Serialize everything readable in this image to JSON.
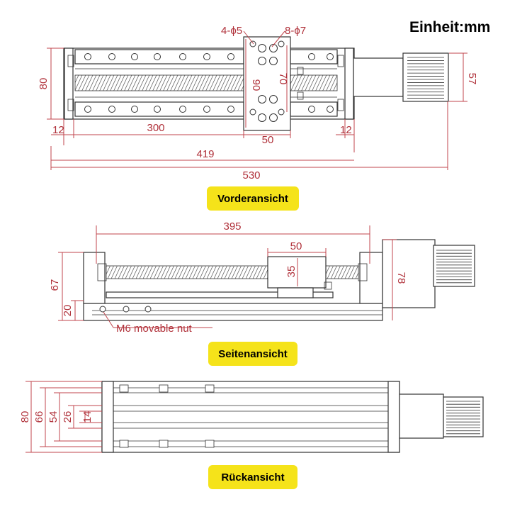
{
  "unit_label": "Einheit:mm",
  "accent_color": "#b0313a",
  "badge_color": "#f5e31a",
  "views": {
    "front": {
      "title": "Vorderansicht",
      "dims": {
        "hole_small": "4-ϕ5",
        "hole_large": "8-ϕ7",
        "height_80": "80",
        "height_90": "90",
        "height_70": "70",
        "motor_57": "57",
        "end_12_left": "12",
        "stroke_300": "300",
        "carriage_50": "50",
        "end_12_right": "12",
        "rail_419": "419",
        "total_530": "530"
      }
    },
    "side": {
      "title": "Seitenansicht",
      "dims": {
        "length_395": "395",
        "carriage_50": "50",
        "carriage_35": "35",
        "height_67": "67",
        "height_20": "20",
        "height_78": "78"
      },
      "note": "M6 movable nut"
    },
    "back": {
      "title": "Rückansicht",
      "dims": {
        "h80": "80",
        "h66": "66",
        "h54": "54",
        "h26": "26",
        "h14": "14"
      }
    }
  }
}
